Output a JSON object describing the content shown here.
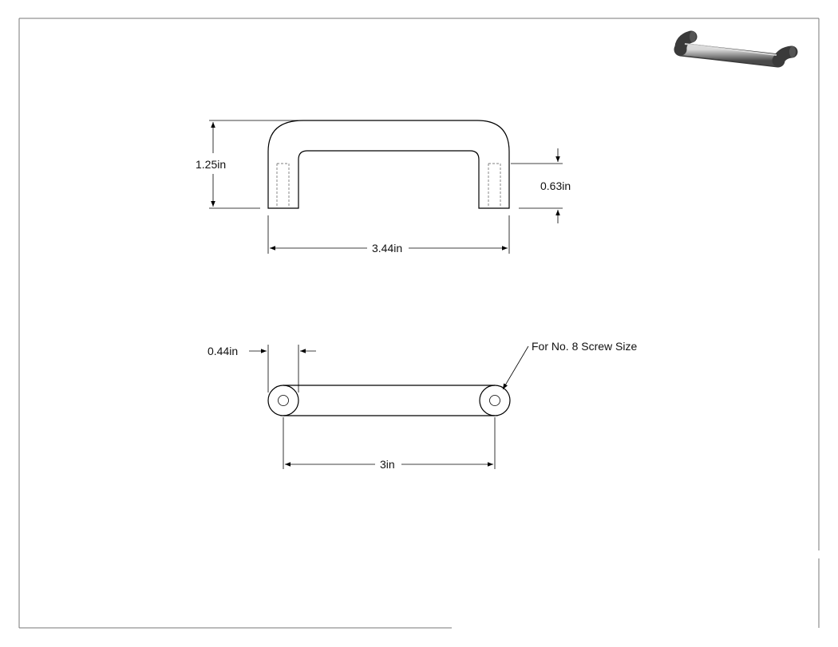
{
  "drawing": {
    "dimensions": {
      "height": "1.25in",
      "leg_height": "0.63in",
      "overall_width": "3.44in",
      "diameter": "0.44in",
      "hole_spacing": "3in"
    },
    "callout": "For No. 8 Screw Size",
    "thumbnail": "handle-3d-icon"
  }
}
